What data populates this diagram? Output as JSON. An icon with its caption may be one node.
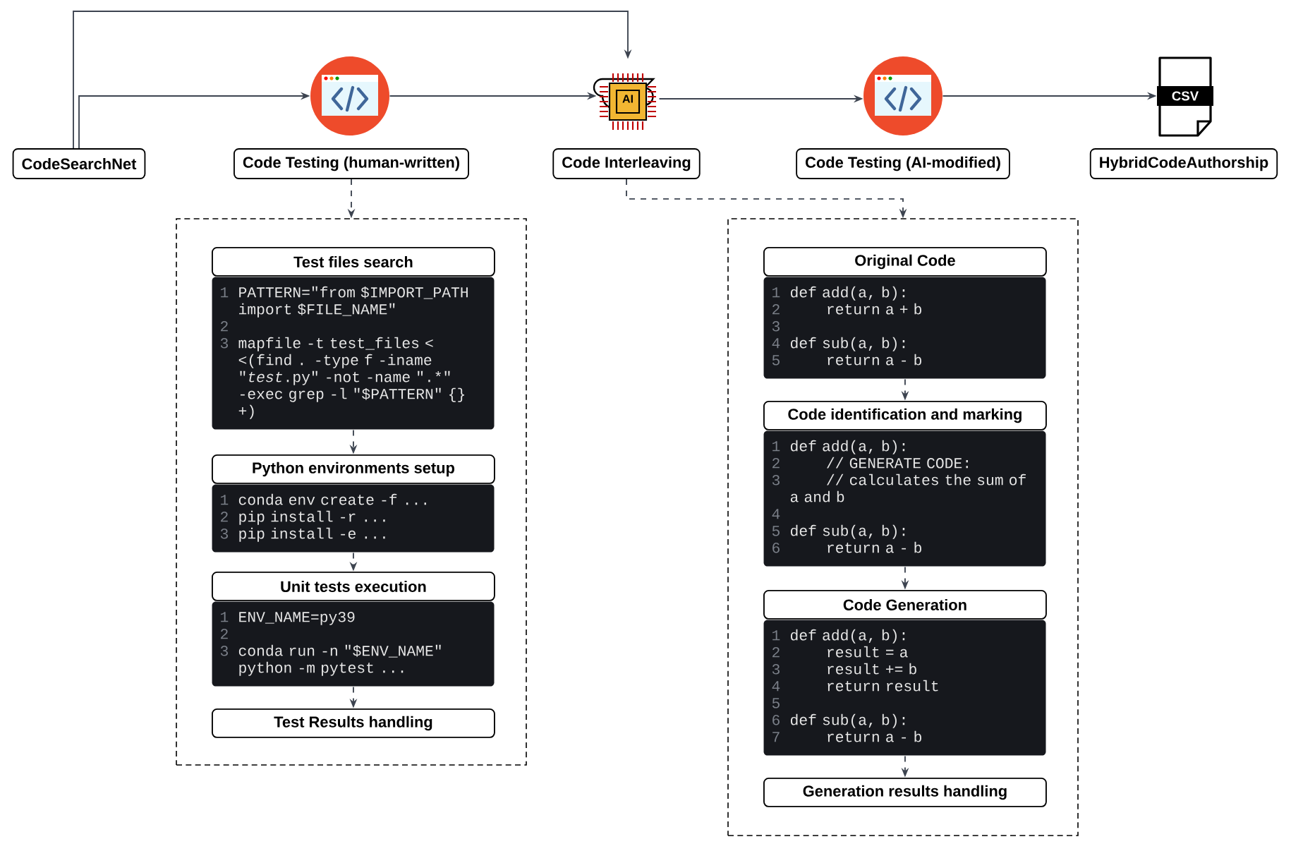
{
  "diagram": {
    "nodes": [
      {
        "text": [
          "CodeSearchNet"
        ]
      },
      {
        "text": [],
        "shape": "picture"
      },
      {
        "text": [
          "Code Testing (human-written)"
        ]
      },
      {
        "text": [
          "AI"
        ]
      },
      {
        "text": [
          "Code Interleaving"
        ]
      },
      {
        "text": [],
        "shape": "picture"
      },
      {
        "text": [
          "Code Testing (AI-modified)"
        ]
      },
      {
        "text": [
          "CSV"
        ]
      },
      {
        "text": [
          "HybridCodeAuthorship"
        ]
      },
      {
        "text": [],
        "shape": "box"
      },
      {
        "text": [
          "Test files search",
          "1",
          "PATTERN=\"from $IMPORT_PATH import $FILE_NAME\"",
          "2",
          "3",
          "mapfile -t test_files < <(find . -type f -iname \"*test*.py\" -not -name \".*\" -exec grep -l \"$PATTERN\" {} +)"
        ],
        "in": 9
      },
      {
        "text": [
          "Python environments setup",
          "1",
          "conda env create -f ...",
          "2",
          "pip install -r ...",
          "3",
          "pip install -e ..."
        ],
        "in": 9
      },
      {
        "text": [
          "Unit tests execution",
          "1",
          "ENV_NAME=py39",
          "2",
          "3",
          "conda run -n \"$ENV_NAME\" python -m pytest ..."
        ],
        "in": 9
      },
      {
        "text": [
          "Test Results handling"
        ],
        "in": 9
      },
      {
        "text": [],
        "shape": "box"
      },
      {
        "text": [
          "Original Code",
          "1",
          "def add(a, b):",
          "2",
          "return a + b",
          "3",
          "4",
          "def sub(a, b):",
          "5",
          "return a - b"
        ],
        "in": 14
      },
      {
        "text": [
          "Code identification and marking",
          "1",
          "def add(a, b):",
          "2",
          "// GENERATE CODE:",
          "3",
          "// calculates the sum of a and b",
          "4",
          "5",
          "def sub(a, b):",
          "6",
          "return a - b"
        ],
        "in": 14
      },
      {
        "text": [
          "Code Generation",
          "1",
          "def add(a, b):",
          "2",
          "result = a",
          "3",
          "result += b",
          "4",
          "return result",
          "5",
          "6",
          "def sub(a, b):",
          "7",
          "return a - b"
        ],
        "in": 14
      },
      {
        "text": [
          "Generation results handling"
        ],
        "in": 14
      }
    ],
    "edges": [
      {
        "from": 0,
        "to": 1,
        "arrow": "to"
      },
      {
        "from": 1,
        "to": 3,
        "arrow": "to"
      },
      {
        "from": 3,
        "to": 5,
        "arrow": "to"
      },
      {
        "from": 5,
        "to": 7,
        "arrow": "to"
      },
      {
        "from": 0,
        "to": 3,
        "arrow": "to"
      },
      {
        "from": 2,
        "to": 9,
        "arrow": "to",
        "style": "dashed"
      },
      {
        "from": 4,
        "to": 14,
        "arrow": "to",
        "style": "dashed"
      },
      {
        "from": 10,
        "to": 11,
        "arrow": "to",
        "style": "dashed"
      },
      {
        "from": 11,
        "to": 12,
        "arrow": "to",
        "style": "dashed"
      },
      {
        "from": 12,
        "to": 13,
        "arrow": "to",
        "style": "dashed"
      },
      {
        "from": 15,
        "to": 16,
        "arrow": "to",
        "style": "dashed"
      },
      {
        "from": 16,
        "to": 17,
        "arrow": "to",
        "style": "dashed"
      },
      {
        "from": 17,
        "to": 18,
        "arrow": "to",
        "style": "dashed"
      }
    ]
  }
}
